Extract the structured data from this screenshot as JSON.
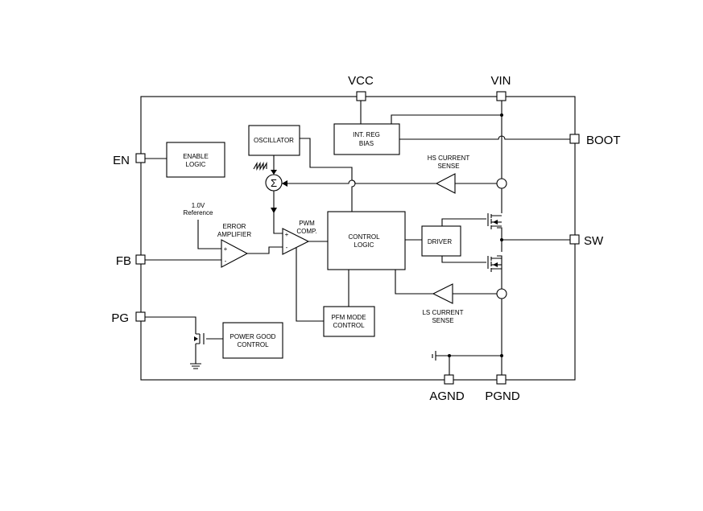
{
  "pins": {
    "vcc": "VCC",
    "vin": "VIN",
    "boot": "BOOT",
    "en": "EN",
    "fb": "FB",
    "pg": "PG",
    "sw": "SW",
    "agnd": "AGND",
    "pgnd": "PGND"
  },
  "blocks": {
    "enable": [
      "ENABLE",
      "LOGIC"
    ],
    "oscillator": "OSCILLATOR",
    "intreg": [
      "INT. REG",
      "BIAS"
    ],
    "control": [
      "CONTROL",
      "LOGIC"
    ],
    "driver": "DRIVER",
    "pfm": [
      "PFM MODE",
      "CONTROL"
    ],
    "pgood": [
      "POWER GOOD",
      "CONTROL"
    ]
  },
  "labels": {
    "reference": [
      "1.0V",
      "Reference"
    ],
    "error_amp": [
      "ERROR",
      "AMPLIFIER"
    ],
    "pwm_comp": [
      "PWM",
      "COMP."
    ],
    "hs_sense": [
      "HS CURRENT",
      "SENSE"
    ],
    "ls_sense": [
      "LS CURRENT",
      "SENSE"
    ],
    "sigma": "Σ",
    "plus": "+",
    "minus": "-"
  }
}
